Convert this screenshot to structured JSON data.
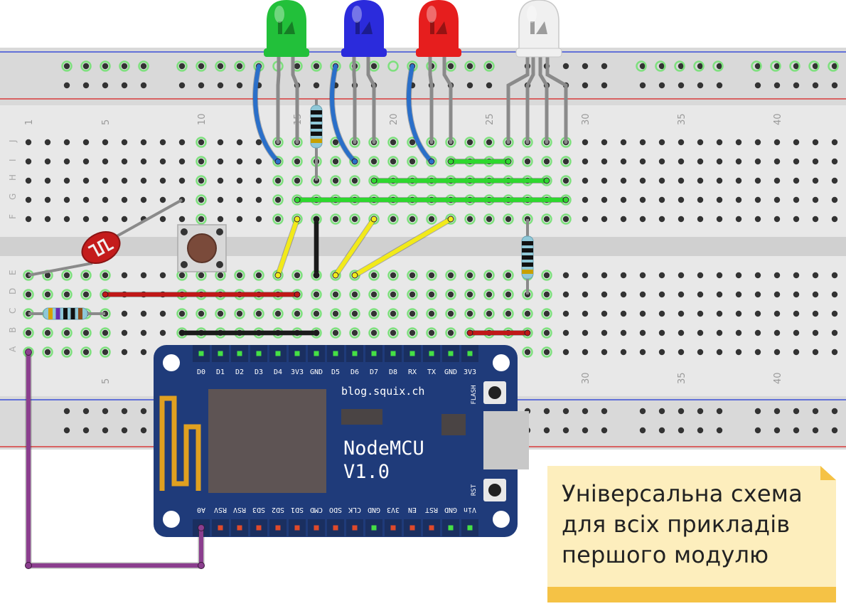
{
  "breadboard": {
    "column_numbers_top": [
      "1",
      "5",
      "10",
      "15",
      "20",
      "25",
      "30",
      "35",
      "40"
    ],
    "column_numbers_bottom": [
      "5",
      "30",
      "35",
      "40"
    ],
    "row_letters_top": [
      "J",
      "I",
      "H",
      "G",
      "F"
    ],
    "row_letters_bottom": [
      "E",
      "D",
      "C",
      "B",
      "A"
    ]
  },
  "leds": [
    {
      "color": "green",
      "hex": "#22c03a"
    },
    {
      "color": "blue",
      "hex": "#2b2bdc"
    },
    {
      "color": "red",
      "hex": "#e61e1e"
    },
    {
      "color": "rgb",
      "hex": "#f0f0f0"
    }
  ],
  "wire_colors": {
    "blue": "#2a6fc9",
    "green": "#2ed82e",
    "yellow": "#f2ea1a",
    "red": "#c01818",
    "black": "#1a1a1a",
    "purple": "#8b3e8e"
  },
  "nodemcu": {
    "top_pins": [
      "D0",
      "D1",
      "D2",
      "D3",
      "D4",
      "3V3",
      "GND",
      "D5",
      "D6",
      "D7",
      "D8",
      "RX",
      "TX",
      "GND",
      "3V3"
    ],
    "bottom_pins": [
      "A0",
      "RSV",
      "RSV",
      "SD3",
      "SD2",
      "SD1",
      "CMD",
      "SDO",
      "CLK",
      "GND",
      "3V3",
      "EN",
      "RST",
      "GND",
      "Vin"
    ],
    "site_label": "blog.squix.ch",
    "name": "NodeMCU",
    "version": "V1.0",
    "flash_label": "FLASH",
    "rst_label": "RST",
    "board_color": "#1f3b7a"
  },
  "note": {
    "lines": [
      "Універсальна схема",
      "для всіх прикладів",
      "першого модулю"
    ],
    "background": "#fdeebd",
    "fold_color": "#f5c245"
  }
}
